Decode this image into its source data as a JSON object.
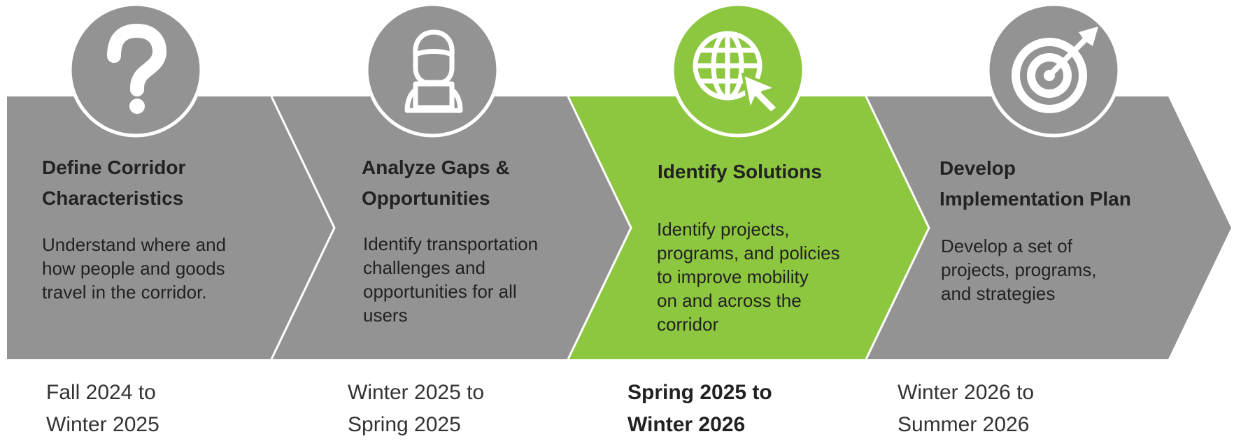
{
  "colors": {
    "step_gray": "#939393",
    "step_active": "#8dc63f",
    "separator": "#ffffff",
    "text": "#222222",
    "icon": "#ffffff"
  },
  "steps": [
    {
      "icon": "question-mark-icon",
      "title_lines": [
        "Define Corridor",
        "Characteristics"
      ],
      "description_lines": [
        "Understand where and",
        "how people and goods",
        "travel in the corridor."
      ],
      "timeframe_lines": [
        "Fall 2024 to",
        "Winter 2025"
      ],
      "active": false
    },
    {
      "icon": "person-laptop-icon",
      "title_lines": [
        "Analyze Gaps &",
        "Opportunities"
      ],
      "description_lines": [
        "Identify transportation",
        "challenges and",
        "opportunities for all",
        "users"
      ],
      "timeframe_lines": [
        "Winter 2025 to",
        "Spring 2025"
      ],
      "active": false
    },
    {
      "icon": "globe-cursor-icon",
      "title_lines": [
        "Identify Solutions"
      ],
      "description_lines": [
        "Identify projects,",
        "programs, and policies",
        "to improve mobility",
        "on and across the",
        "corridor"
      ],
      "timeframe_lines": [
        "Spring 2025 to",
        "Winter 2026"
      ],
      "active": true
    },
    {
      "icon": "target-arrow-icon",
      "title_lines": [
        "Develop",
        "Implementation Plan"
      ],
      "description_lines": [
        "Develop a set of",
        "projects, programs,",
        "and strategies"
      ],
      "timeframe_lines": [
        "Winter 2026 to",
        "Summer 2026"
      ],
      "active": false
    }
  ]
}
